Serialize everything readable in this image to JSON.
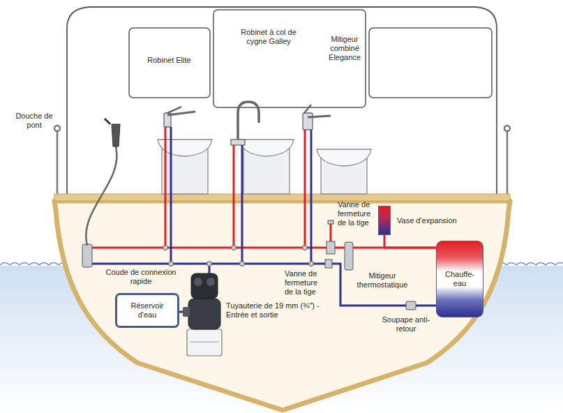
{
  "diagram": {
    "nodes": [
      {
        "text": [
          "Vase d'expansion"
        ]
      },
      {
        "text": [
          "Chauffe-eau"
        ]
      },
      {
        "text": [
          "Réservoir d'eau"
        ]
      }
    ],
    "edges": [
      {
        "from": 0,
        "to": 1,
        "arrow": "none"
      }
    ],
    "labels": [
      "Robinet Elite",
      "Robinet à col de cygne Galley",
      "Mitigeur combiné Elegance",
      "Douche de pont",
      "Vanne de fermeture de la tige",
      "Coude de connexion rapide",
      "Vanne de fermeture de la tige",
      "Mitigeur thermostatique",
      "Tuyauterie de 19 mm (¾\") - Entrée et sortie",
      "Soupape anti-retour"
    ]
  }
}
